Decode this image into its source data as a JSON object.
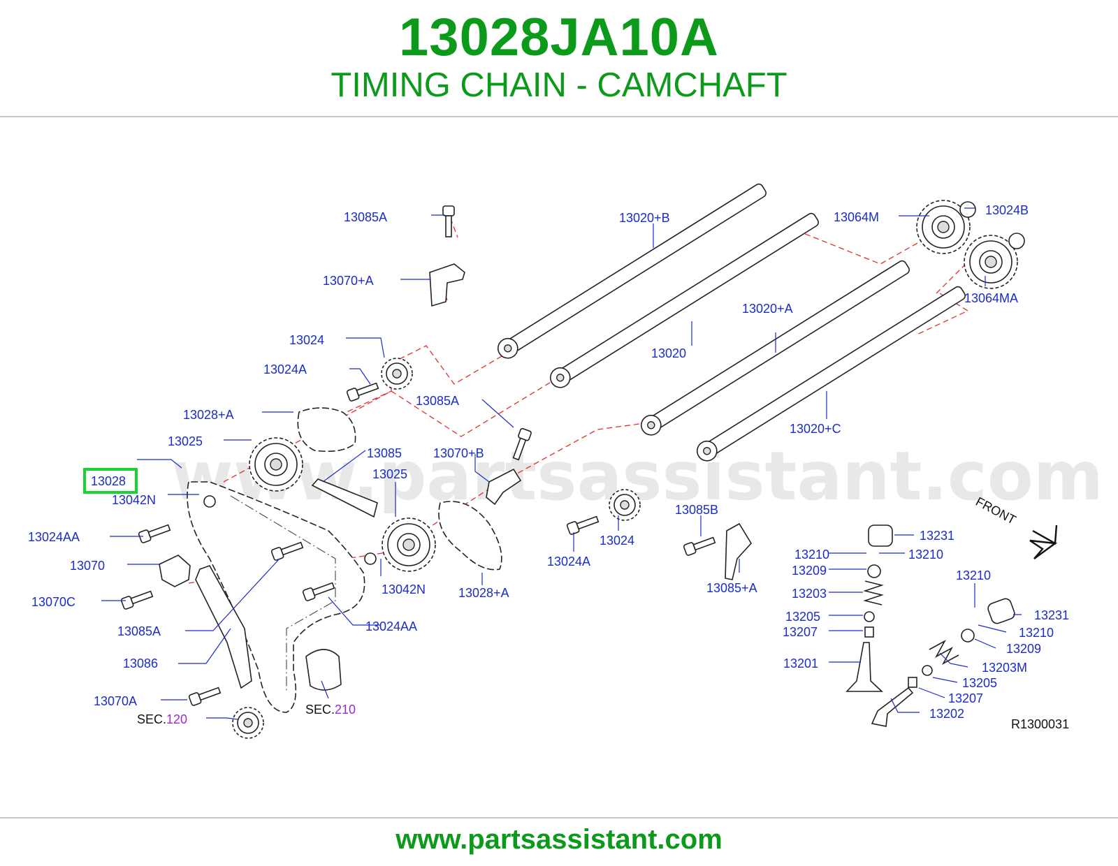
{
  "header": {
    "part_number": "13028JA10A",
    "title": "TIMING CHAIN - CAMCHAFT"
  },
  "footer": {
    "url": "www.partsassistant.com"
  },
  "diagram": {
    "watermark": "www.partsassistant.com",
    "reference": "R1300031",
    "front_label": "FRONT",
    "highlighted_part": "13028",
    "colors": {
      "brand_green": "#0b9a1a",
      "label_blue": "#1a2ccc",
      "highlight": "#19d430",
      "dash_red": "#e0302a",
      "sec_purple": "#9a2cc8"
    },
    "labels": {
      "l13085a_top": "13085A",
      "l13070a_plus": "13070+A",
      "l13020b": "13020+B",
      "l13064m": "13064M",
      "l13024b": "13024B",
      "l13064ma": "13064MA",
      "l13020a_plus": "13020+A",
      "l13020": "13020",
      "l13024_top": "13024",
      "l13024a_top": "13024A",
      "l13085a_mid": "13085A",
      "l13028a_top": "13028+A",
      "l13025_left": "13025",
      "l13085": "13085",
      "l13070b": "13070+B",
      "l13025_mid": "13025",
      "l13028": "13028",
      "l13042n_left": "13042N",
      "l13024aa_left": "13024AA",
      "l13070": "13070",
      "l13070c": "13070C",
      "l13085a_low": "13085A",
      "l13086": "13086",
      "l13070a": "13070A",
      "sec120_prefix": "SEC.",
      "sec120_num": "120",
      "sec210_prefix": "SEC.",
      "sec210_num": "210",
      "l13042n_mid": "13042N",
      "l13028a_low": "13028+A",
      "l13024aa_mid": "13024AA",
      "l13024a_low": "13024A",
      "l13024_low": "13024",
      "l13085b": "13085B",
      "l13085a_right": "13085+A",
      "l13020c": "13020+C",
      "l13231_a": "13231",
      "l13210_a": "13210",
      "l13210_b": "13210",
      "l13209_a": "13209",
      "l13203": "13203",
      "l13205_a": "13205",
      "l13207_a": "13207",
      "l13201": "13201",
      "l13210_c": "13210",
      "l13231_b": "13231",
      "l13210_d": "13210",
      "l13209_b": "13209",
      "l13203m": "13203M",
      "l13205_b": "13205",
      "l13207_b": "13207",
      "l13202": "13202"
    }
  }
}
